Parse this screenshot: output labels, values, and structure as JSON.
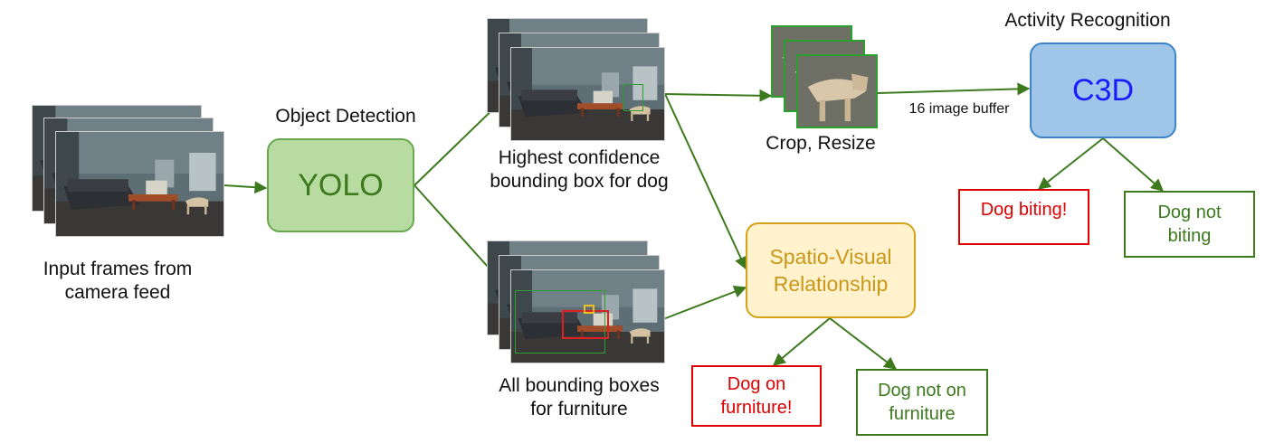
{
  "input": {
    "caption_line1": "Input frames from",
    "caption_line2": "camera feed"
  },
  "object_detection": {
    "title": "Object Detection",
    "node_label": "YOLO"
  },
  "dog_branch": {
    "caption_line1": "Highest confidence",
    "caption_line2": "bounding box for dog"
  },
  "furniture_branch": {
    "caption_line1": "All bounding boxes",
    "caption_line2": "for furniture"
  },
  "crop": {
    "caption": "Crop, Resize"
  },
  "buffer": {
    "label": "16 image buffer"
  },
  "activity": {
    "title": "Activity Recognition",
    "node_label": "C3D",
    "outcome_bite_label": "Dog biting!",
    "outcome_no_bite_line1": "Dog not",
    "outcome_no_bite_line2": "biting"
  },
  "spatio": {
    "node_line1": "Spatio-Visual",
    "node_line2": "Relationship",
    "outcome_on_line1": "Dog on",
    "outcome_on_line2": "furniture!",
    "outcome_off_line1": "Dog not on",
    "outcome_off_line2": "furniture"
  },
  "colors": {
    "arrow": "#3d7a1e",
    "yolo_fill": "#b7dba0",
    "yolo_border": "#6aa84f",
    "yolo_text": "#3d7a1e",
    "c3d_fill": "#9fc5e8",
    "c3d_border": "#3d85c6",
    "c3d_text": "#1a1aff",
    "spatio_fill": "#fff2cc",
    "spatio_border": "#d6a21a",
    "spatio_text": "#c9971a",
    "alert": "#e00000",
    "ok": "#3d7a1e"
  }
}
